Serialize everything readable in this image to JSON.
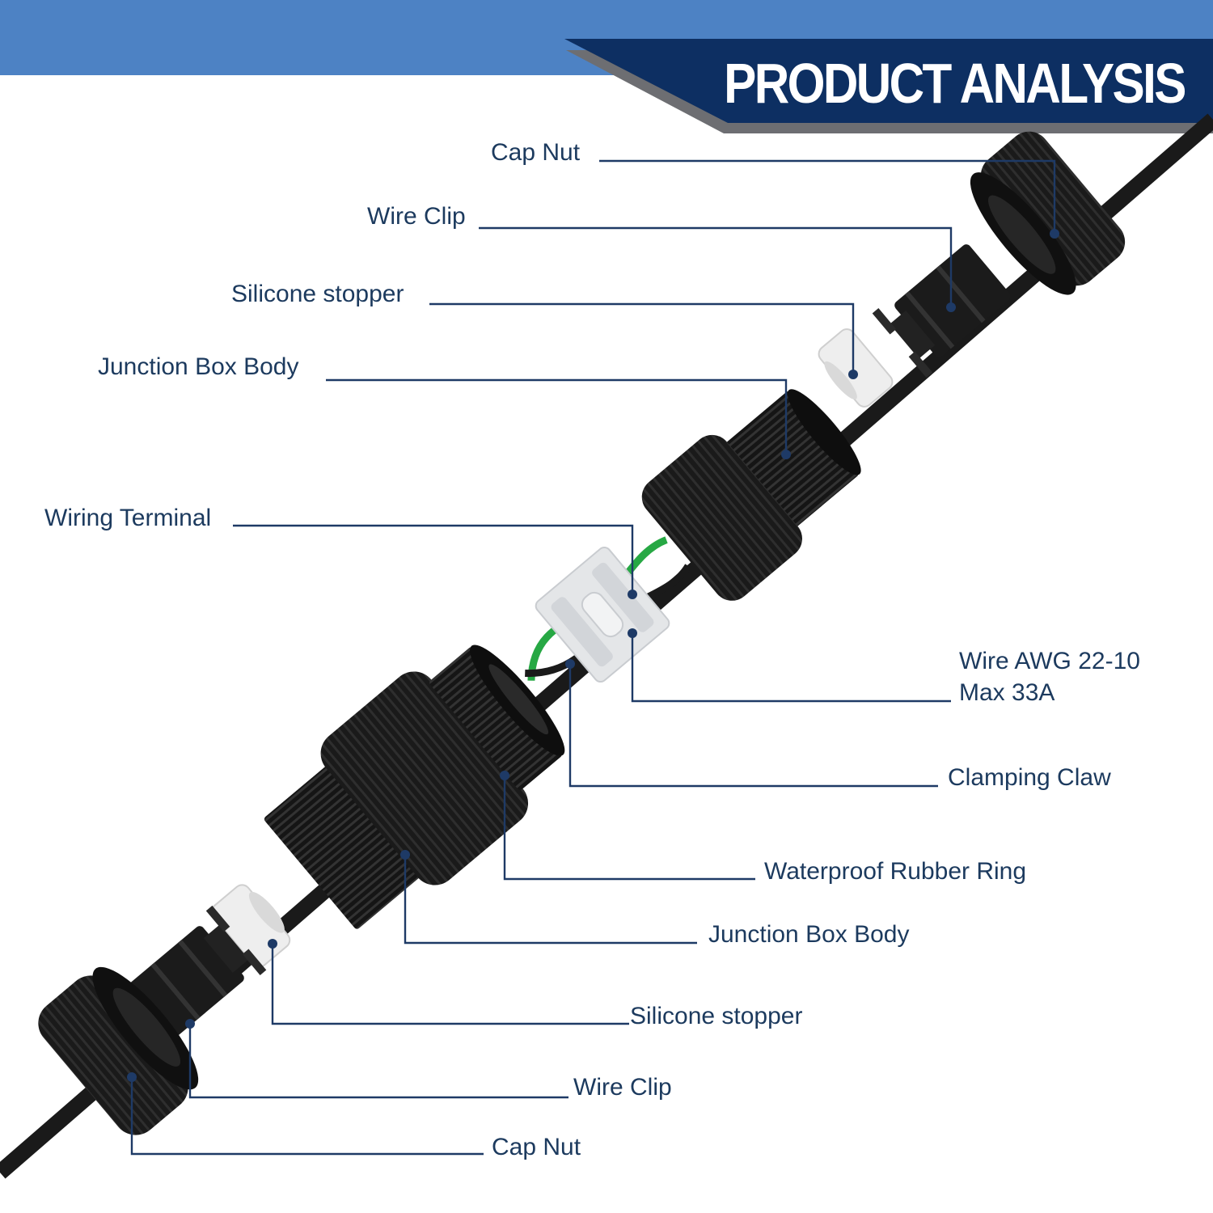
{
  "banner": {
    "title": "PRODUCT ANALYSIS",
    "colors": {
      "light_band": "#4d82c4",
      "dark_band": "#0d2f62",
      "gray_band": "#6d6e72"
    }
  },
  "labels": {
    "cap_nut_top": "Cap Nut",
    "wire_clip_top": "Wire Clip",
    "silicone_stopper_top": "Silicone stopper",
    "junction_box_body_top": "Junction Box Body",
    "wiring_terminal": "Wiring Terminal",
    "wire_awg_line1": "Wire AWG 22-10",
    "wire_awg_line2": "Max 33A",
    "clamping_claw": "Clamping Claw",
    "waterproof_rubber_ring": "Waterproof Rubber Ring",
    "junction_box_body_bottom": "Junction Box Body",
    "silicone_stopper_bottom": "Silicone stopper",
    "wire_clip_bottom": "Wire Clip",
    "cap_nut_bottom": "Cap Nut"
  },
  "colors": {
    "label_text": "#1c3a5e",
    "leader_line": "#1e3a66",
    "part_black": "#1a1a1a",
    "terminal_white": "#e4e6e8",
    "silicone_white": "#eeeeee",
    "wire_green": "#27a844"
  }
}
